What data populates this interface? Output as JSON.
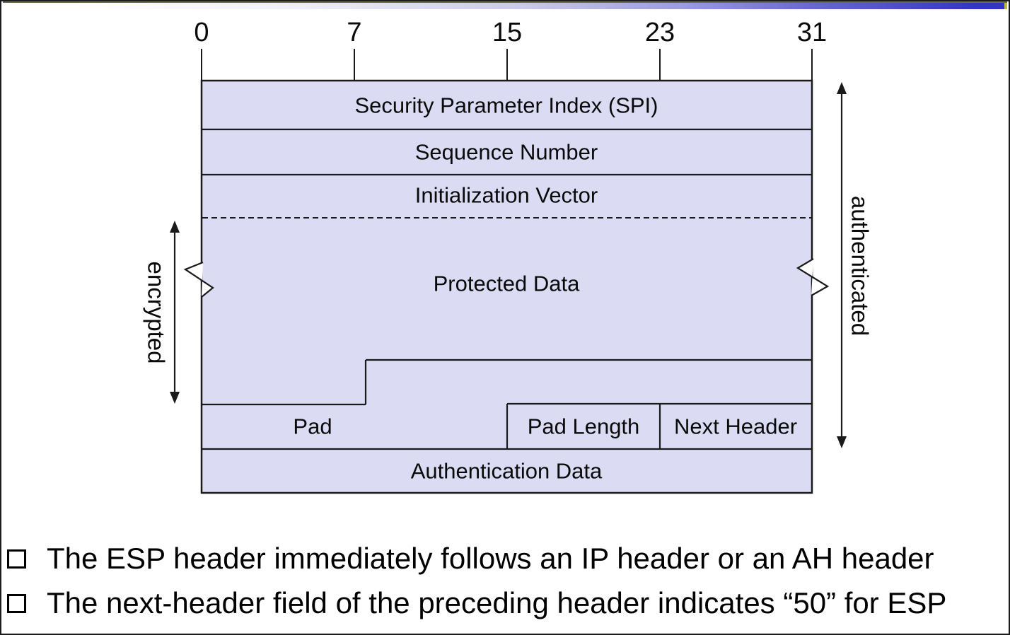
{
  "slide": {
    "type": "presentation-slide",
    "topic": "ESP (Encapsulating Security Payload) packet format"
  },
  "ruler": {
    "ticks": [
      {
        "label": "0"
      },
      {
        "label": "7"
      },
      {
        "label": "15"
      },
      {
        "label": "23"
      },
      {
        "label": "31"
      }
    ]
  },
  "diagram": {
    "fields": [
      {
        "name": "spi",
        "label": "Security Parameter Index (SPI)"
      },
      {
        "name": "sequence-number",
        "label": "Sequence Number"
      },
      {
        "name": "initialization-vector",
        "label": "Initialization Vector"
      },
      {
        "name": "protected-data",
        "label": "Protected Data"
      },
      {
        "name": "pad",
        "label": "Pad"
      },
      {
        "name": "pad-length",
        "label": "Pad Length"
      },
      {
        "name": "next-header",
        "label": "Next Header"
      },
      {
        "name": "authentication-data",
        "label": "Authentication Data"
      }
    ],
    "encrypted_label": "encrypted",
    "authenticated_label": "authenticated"
  },
  "bullets": [
    {
      "text": "The ESP header immediately follows an IP header or an AH header"
    },
    {
      "text": "The next-header field of the preceding header indicates “50” for ESP"
    }
  ],
  "colors": {
    "field_fill": "#dbdbf3",
    "outline": "#1a1a1a",
    "gradient_end_blue": "#3434c6",
    "gradient_endcap_yellow": "#b9b944",
    "text": "#0a0a0a"
  }
}
